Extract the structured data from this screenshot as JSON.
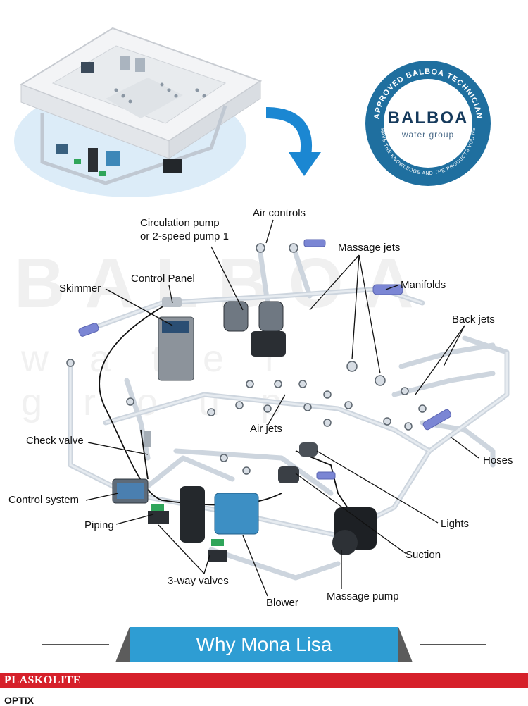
{
  "badge": {
    "ring_top_text": "APPROVED BALBOA TECHNICIAN",
    "brand": "BALBOA",
    "sub": "water group",
    "ring_bottom_text": "WE HAVE THE KNOWLEDGE AND THE PRODUCTS YOU NEED."
  },
  "watermark": {
    "brand": "BALBOA",
    "sub": "water group"
  },
  "labels": {
    "air_controls": "Air controls",
    "circulation_pump": "Circulation pump\nor 2-speed pump 1",
    "massage_jets": "Massage jets",
    "control_panel": "Control Panel",
    "skimmer": "Skimmer",
    "manifolds": "Manifolds",
    "back_jets": "Back jets",
    "air_jets": "Air jets",
    "check_valve": "Check valve",
    "hoses": "Hoses",
    "control_system": "Control system",
    "piping": "Piping",
    "lights": "Lights",
    "suction": "Suction",
    "three_way_valves": "3-way valves",
    "blower": "Blower",
    "massage_pump": "Massage pump"
  },
  "banner": {
    "title": "Why Mona Lisa"
  },
  "footer": {
    "brand": "PLASKOLITE",
    "sub": "OPTIX"
  },
  "colors": {
    "accent_blue": "#2e9dd3",
    "badge_blue": "#1f6f9f",
    "footer_red": "#d6202a",
    "pipe": "#c9d2dc",
    "manifold": "#7b86d4"
  }
}
